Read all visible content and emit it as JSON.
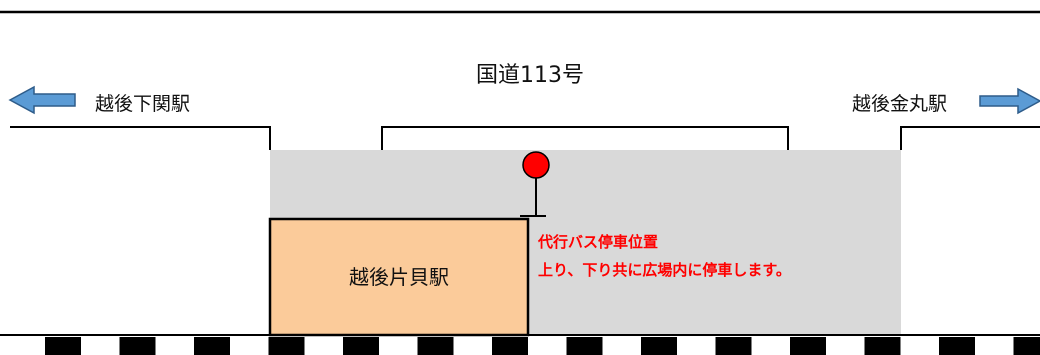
{
  "road": {
    "label": "国道113号"
  },
  "directions": {
    "left": {
      "label": "越後下関駅",
      "arrow_icon": "left-arrow-icon"
    },
    "right": {
      "label": "越後金丸駅",
      "arrow_icon": "right-arrow-icon"
    }
  },
  "station": {
    "label": "越後片貝駅"
  },
  "bus_stop": {
    "line1": "代行バス停車位置",
    "line2": "上り、下り共に広場内に停車します。",
    "marker_icon": "bus-stop-marker-icon"
  },
  "colors": {
    "plaza": "#d9d9d9",
    "station_fill": "#fbcb9a",
    "arrow": "#5b9bd5",
    "marker": "#ff0000",
    "note_text": "#ff0000",
    "rail": "#000000"
  }
}
